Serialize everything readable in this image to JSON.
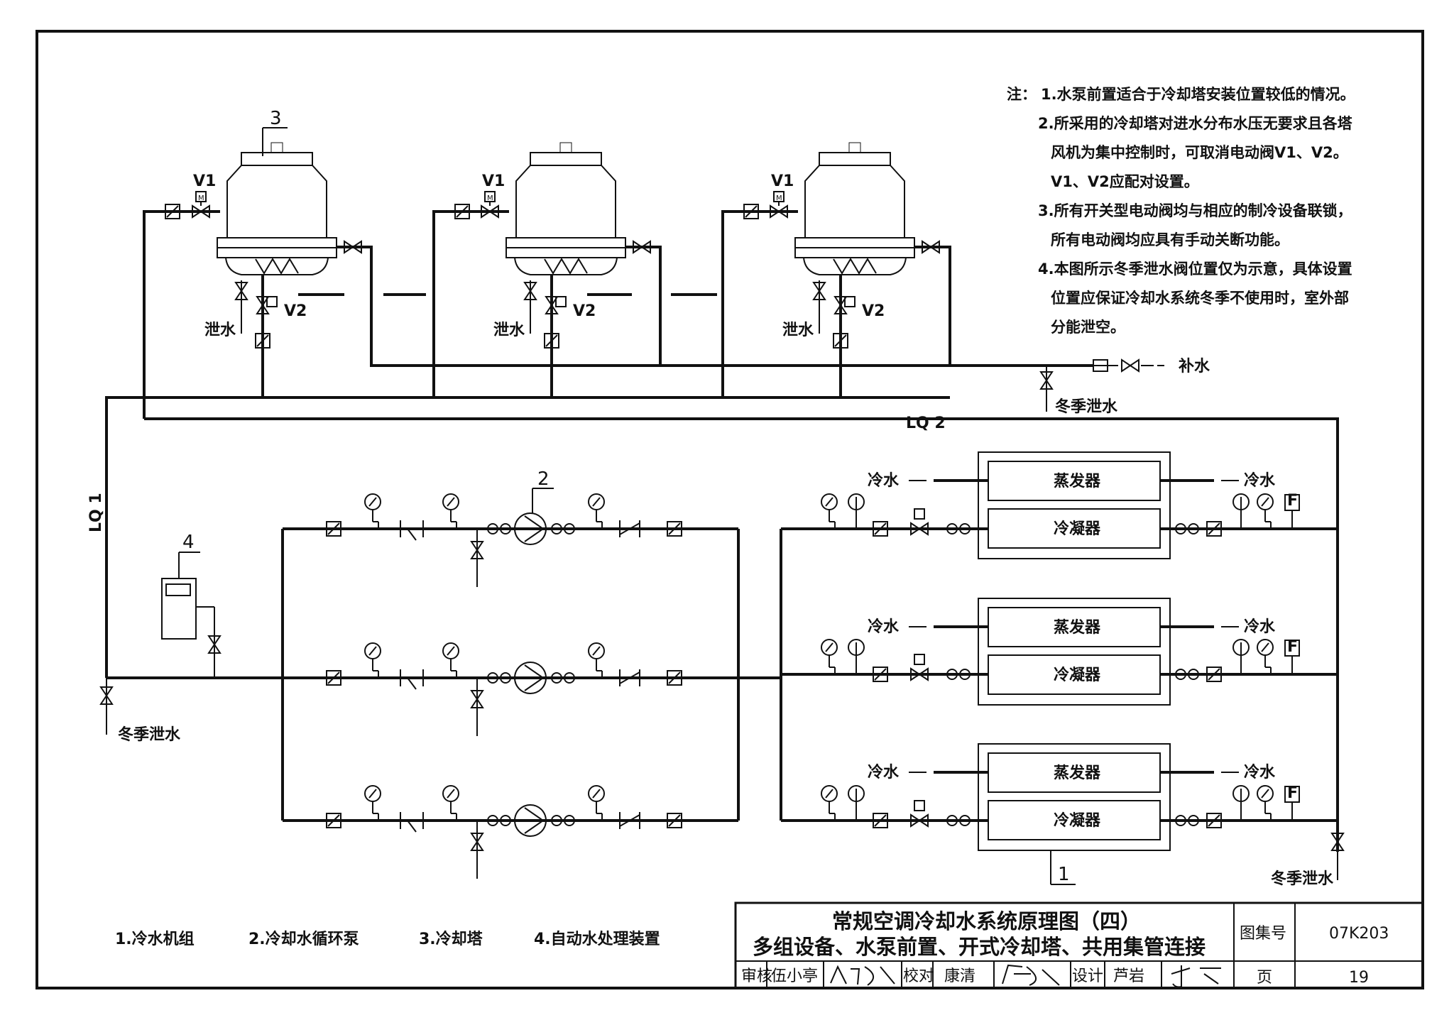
{
  "notes": {
    "prefix": "注：",
    "items": [
      "1.水泵前置适合于冷却塔安装位置较低的情况。",
      "2.所采用的冷却塔对进水分布水压无要求且各塔",
      "风机为集中控制时，可取消电动阀V1、V2。",
      "V1、V2应配对设置。",
      "3.所有开关型电动阀均与相应的制冷设备联锁，",
      "所有电动阀均应具有手动关断功能。",
      "4.本图所示冬季泄水阀位置仅为示意，具体设置",
      "位置应保证冷却水系统冬季不使用时，室外部",
      "分能泄空。"
    ]
  },
  "tower": {
    "number": "3",
    "valve_v1": "V1",
    "valve_v2": "V2",
    "drain": "泄水",
    "motor": "M"
  },
  "pipes": {
    "makeup": "补水",
    "winter_drain": "冬季泄水",
    "lq1": "LQ 1",
    "lq2": "LQ 2"
  },
  "chiller": {
    "number": "1",
    "evaporator": "蒸发器",
    "condenser": "冷凝器",
    "chilled_water": "冷水",
    "flow_switch": "F"
  },
  "pump": {
    "number": "2"
  },
  "treatment": {
    "number": "4"
  },
  "legend": [
    "1.冷水机组",
    "2.冷却水循环泵",
    "3.冷却塔",
    "4.自动水处理装置"
  ],
  "title_block": {
    "title_line1": "常规空调冷却水系统原理图（四）",
    "title_line2": "多组设备、水泵前置、开式冷却塔、共用集管连接",
    "atlas_label": "图集号",
    "atlas_no": "07K203",
    "review_label": "审核",
    "review_name": "伍小亭",
    "check_label": "校对",
    "check_name": "康清",
    "design_label": "设计",
    "design_name": "芦岩",
    "page_label": "页",
    "page_no": "19"
  }
}
